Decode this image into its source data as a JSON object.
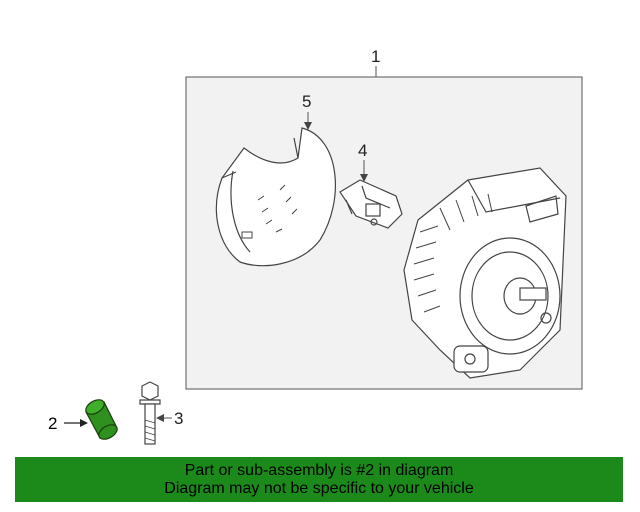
{
  "callouts": {
    "c1": "1",
    "c2": "2",
    "c3": "3",
    "c4": "4",
    "c5": "5"
  },
  "banner": {
    "line1": "Part or sub-assembly is #2 in diagram",
    "line2": "Diagram may not be specific to your vehicle",
    "color": "#1b8a1b"
  },
  "highlight_color": "#2f8f1f"
}
